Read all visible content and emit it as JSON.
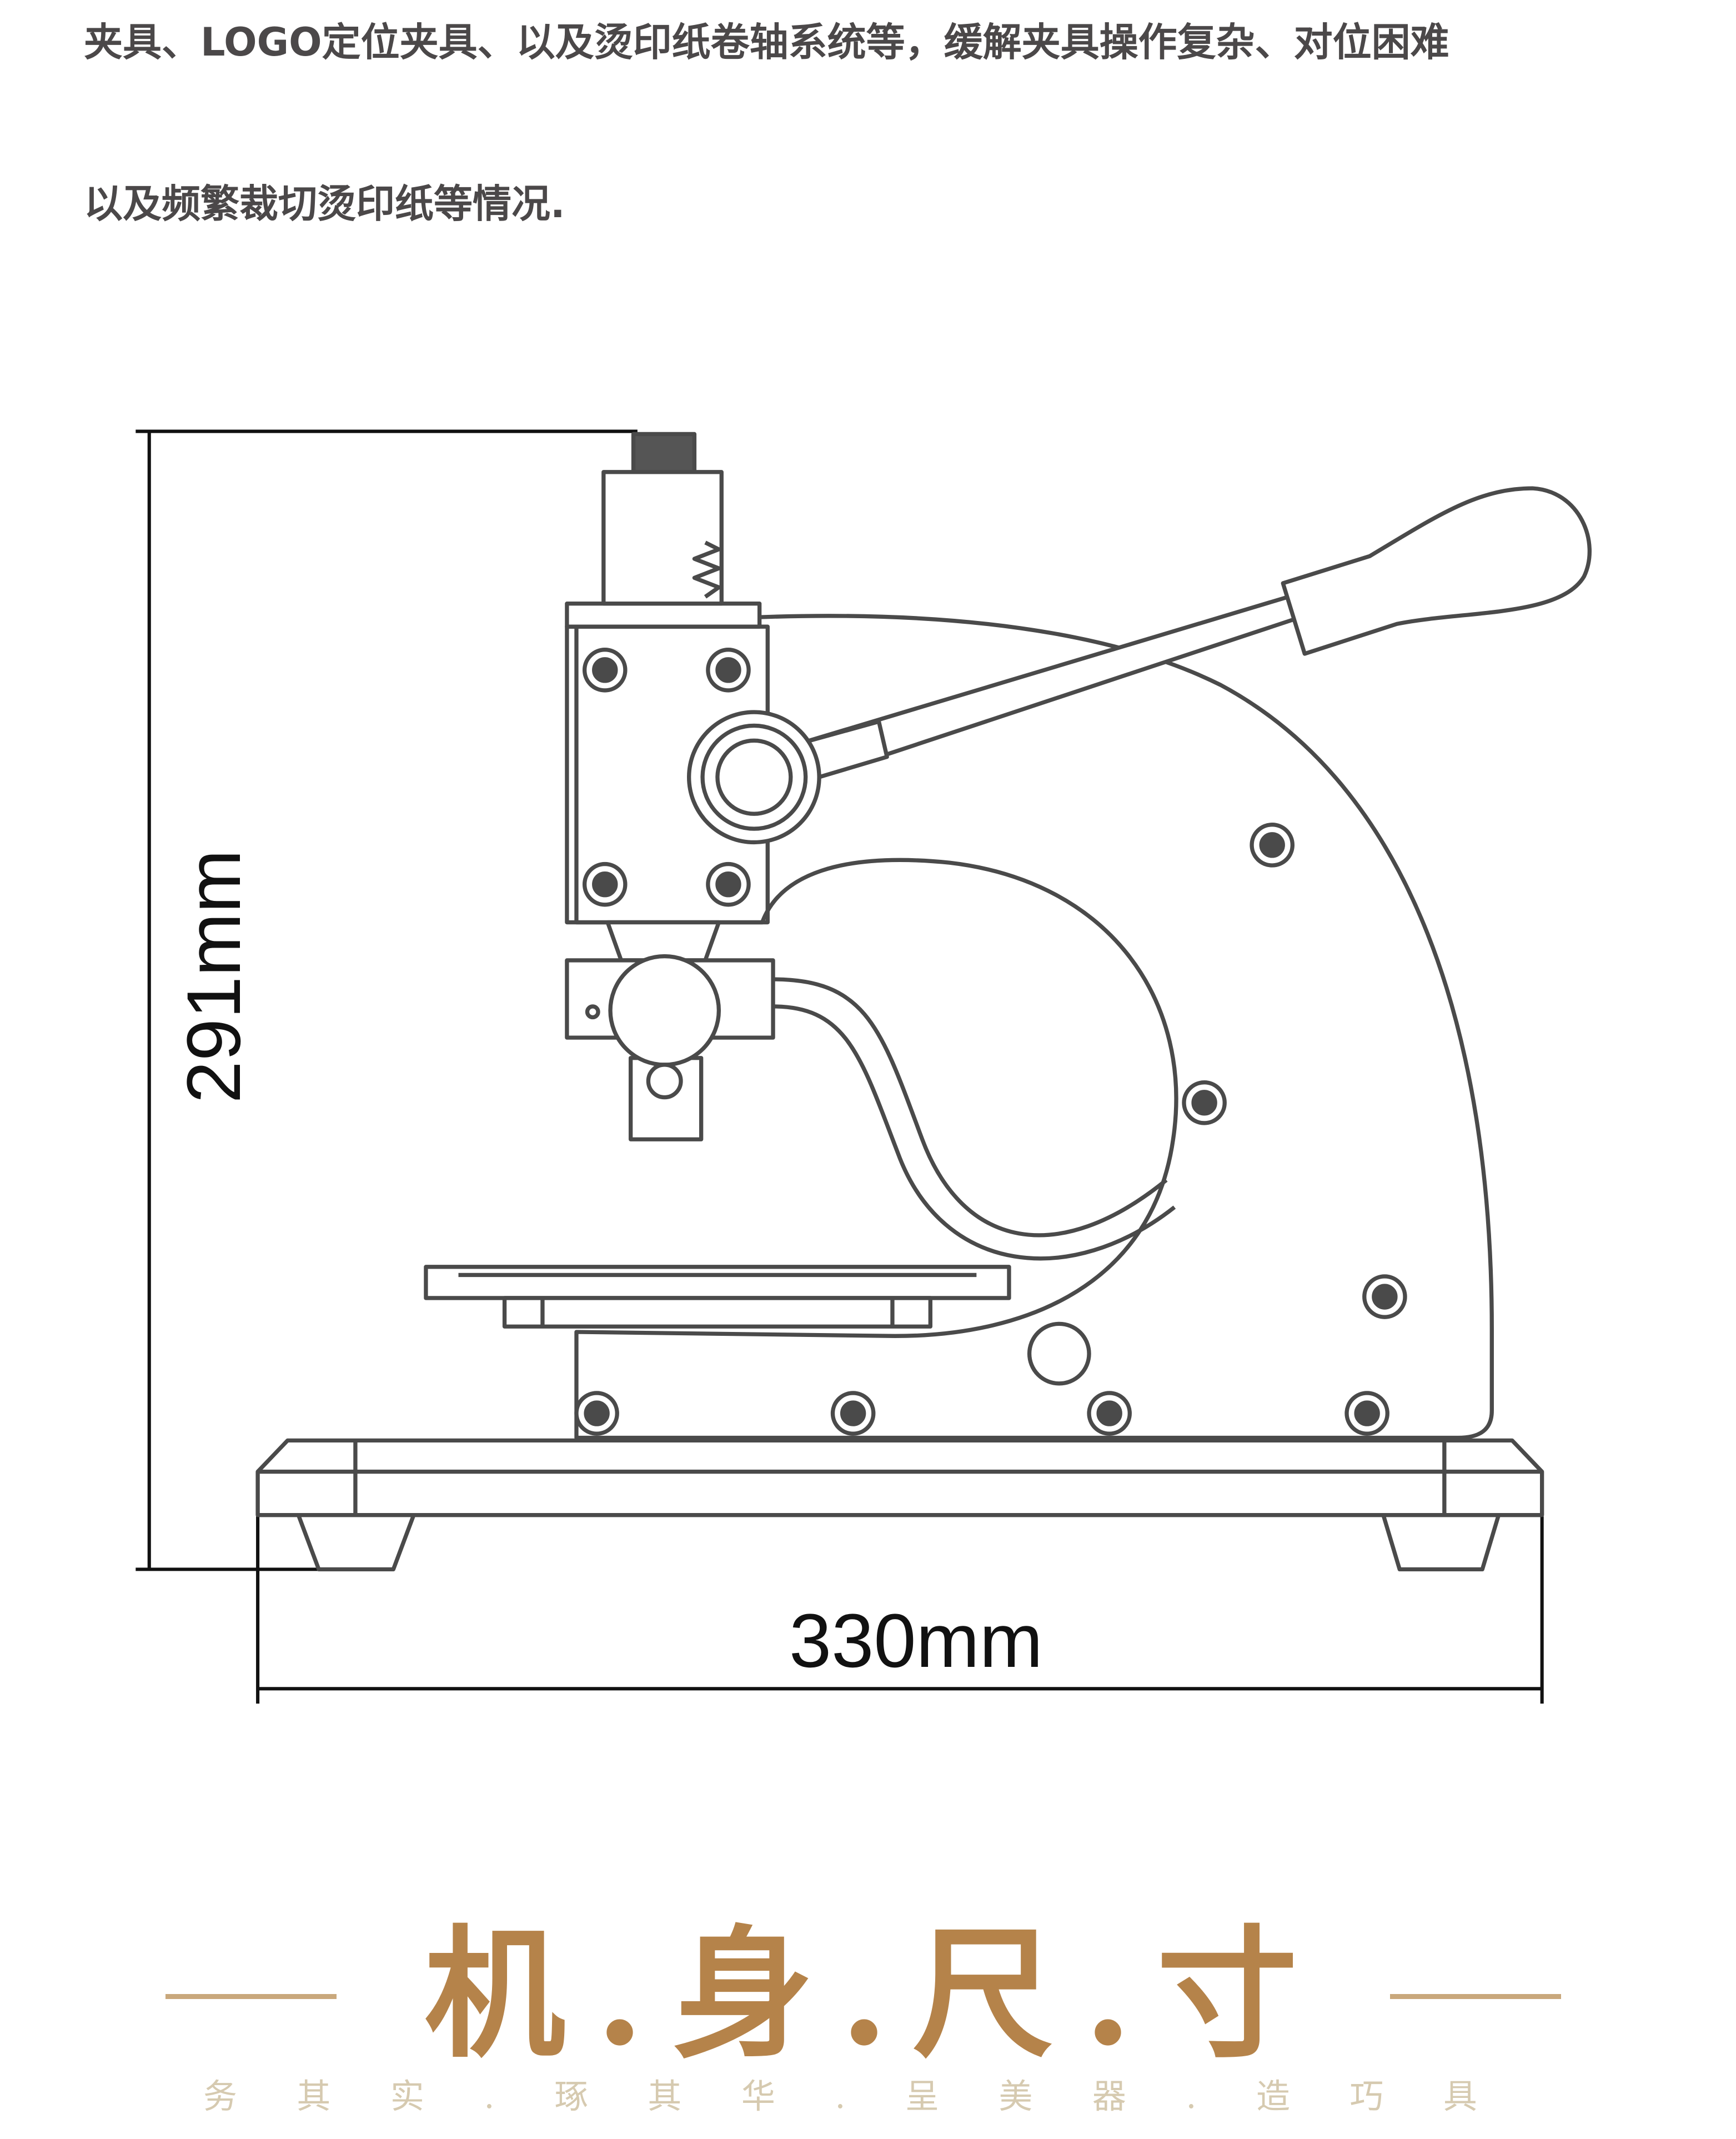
{
  "description": {
    "line1": "夹具、LOGO定位夹具、以及烫印纸卷轴系统等，缓解夹具操作复杂、对位困难",
    "line2": "以及频繁裁切烫印纸等情况."
  },
  "dimensions": {
    "height_label": "291mm",
    "width_label": "330mm"
  },
  "section_title": {
    "chars": [
      "机",
      "身",
      "尺",
      "寸"
    ],
    "separator": "."
  },
  "slogan": [
    "务",
    "其",
    "实",
    ".",
    "琢",
    "其",
    "华",
    ".",
    "呈",
    "美",
    "器",
    ".",
    "造",
    "巧",
    "具"
  ],
  "colors": {
    "text": "#4b4849",
    "gold": "#b5834a",
    "rule": "#c9a87c",
    "slogan": "#d6cab0",
    "drawing": "#4a4a4a"
  }
}
